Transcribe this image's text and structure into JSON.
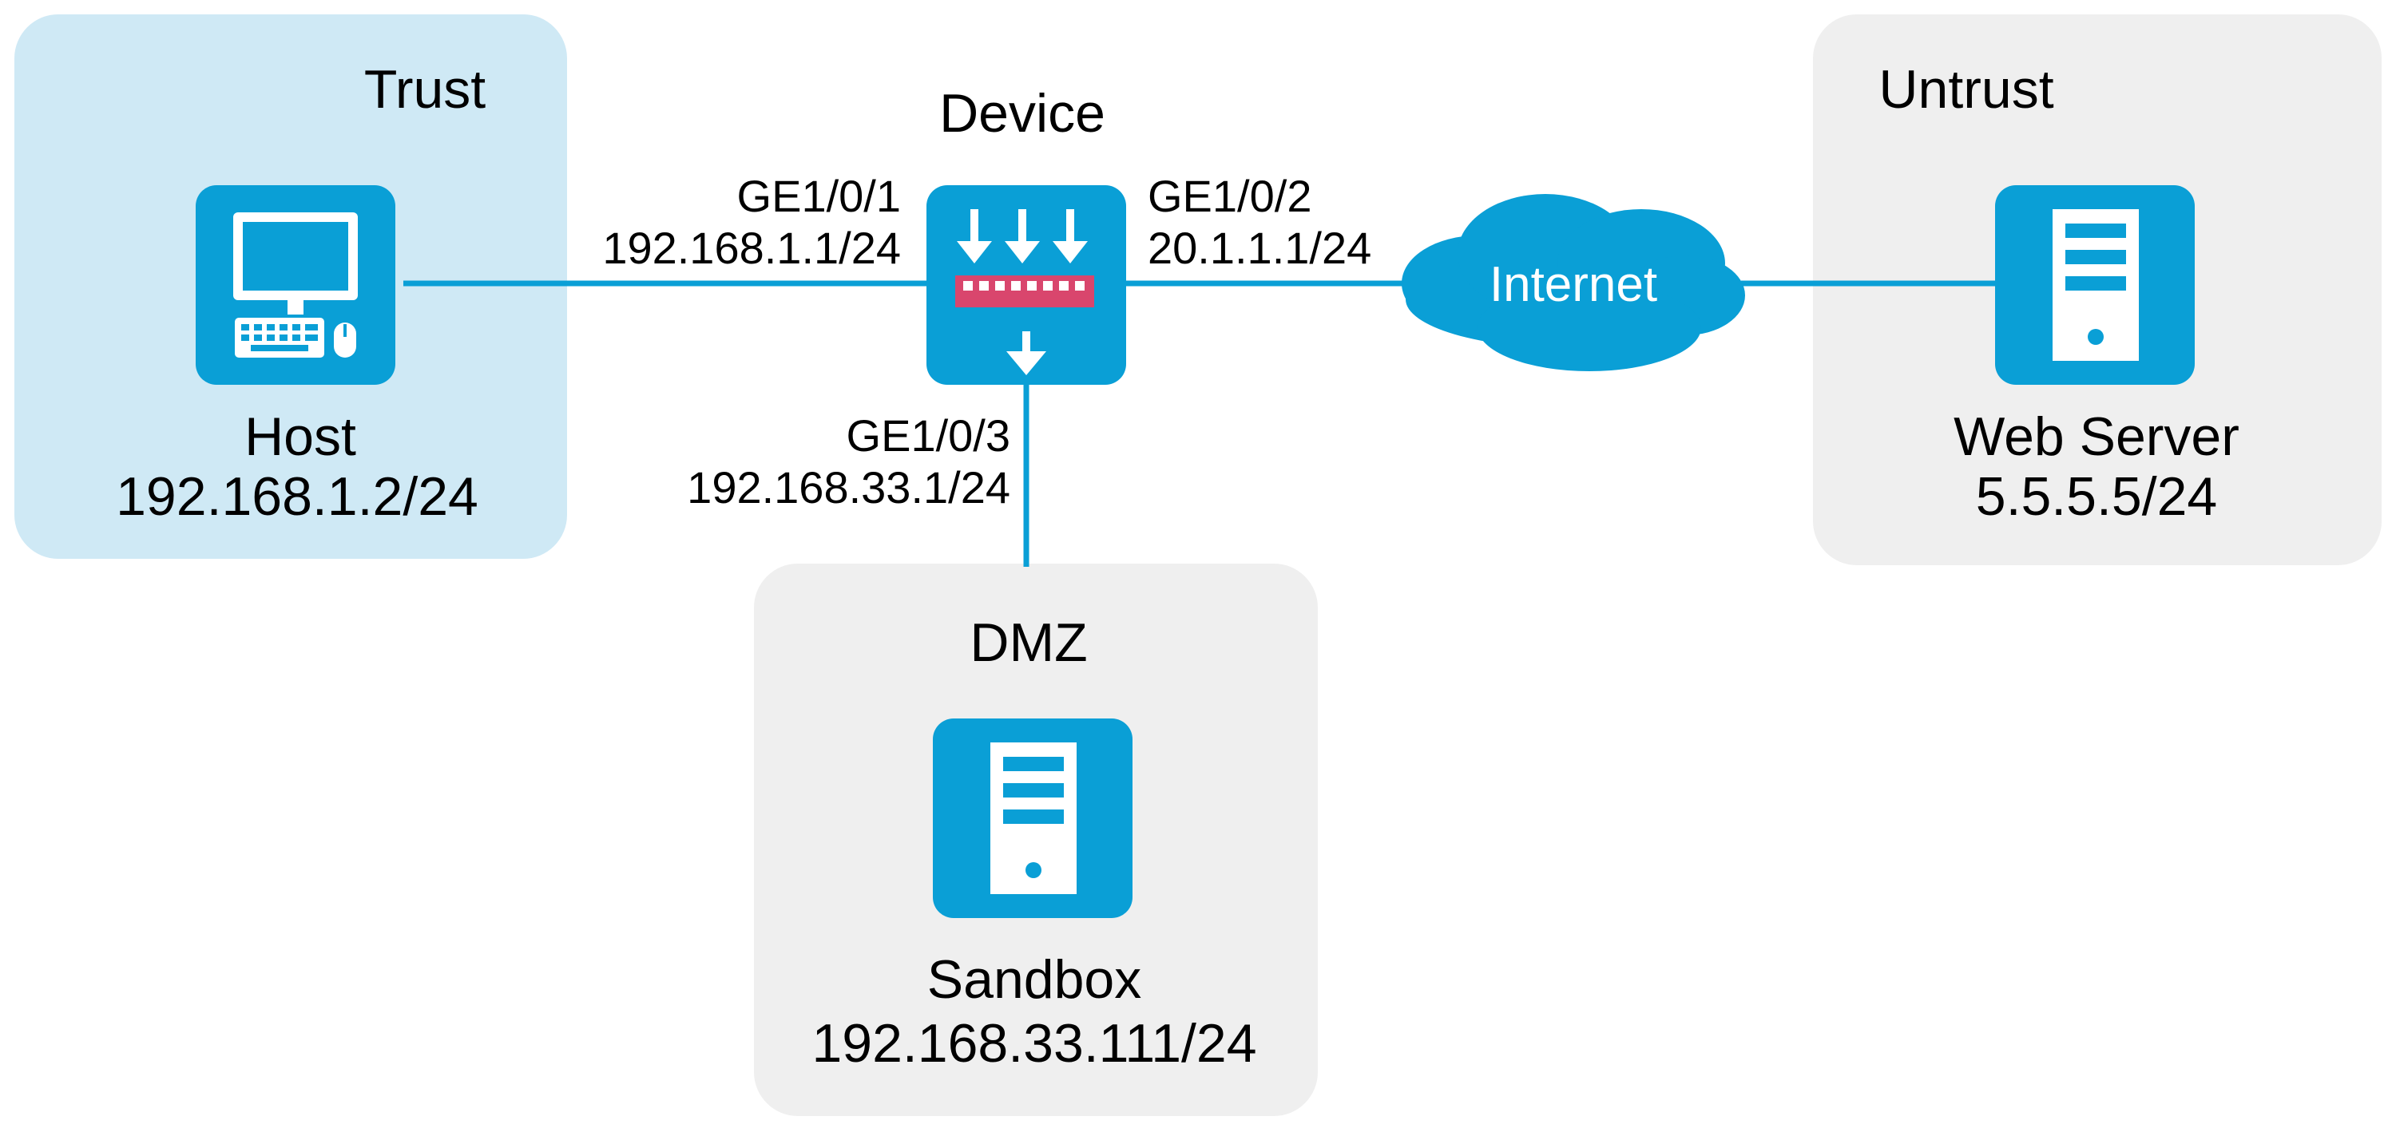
{
  "zones": {
    "trust": "Trust",
    "untrust": "Untrust",
    "dmz": "DMZ"
  },
  "device": {
    "name": "Device"
  },
  "interfaces": {
    "ge1": {
      "name": "GE1/0/1",
      "ip": "192.168.1.1/24"
    },
    "ge2": {
      "name": "GE1/0/2",
      "ip": "20.1.1.1/24"
    },
    "ge3": {
      "name": "GE1/0/3",
      "ip": "192.168.33.1/24"
    }
  },
  "host": {
    "name": "Host",
    "ip": "192.168.1.2/24"
  },
  "web_server": {
    "name": "Web Server",
    "ip": "5.5.5.5/24"
  },
  "sandbox": {
    "name": "Sandbox",
    "ip": "192.168.33.111/24"
  },
  "internet": {
    "label": "Internet"
  },
  "colors": {
    "trust_zone": "#cfe9f5",
    "other_zone": "#efefef",
    "accent": "#0a9fd6",
    "link": "#0a9fd6",
    "firewall_bar": "#d9466d",
    "icon_white": "#ffffff"
  },
  "icons": {
    "host": "desktop-computer-icon",
    "web_server": "server-icon",
    "sandbox": "server-icon",
    "device": "firewall-icon",
    "internet": "cloud-icon"
  }
}
